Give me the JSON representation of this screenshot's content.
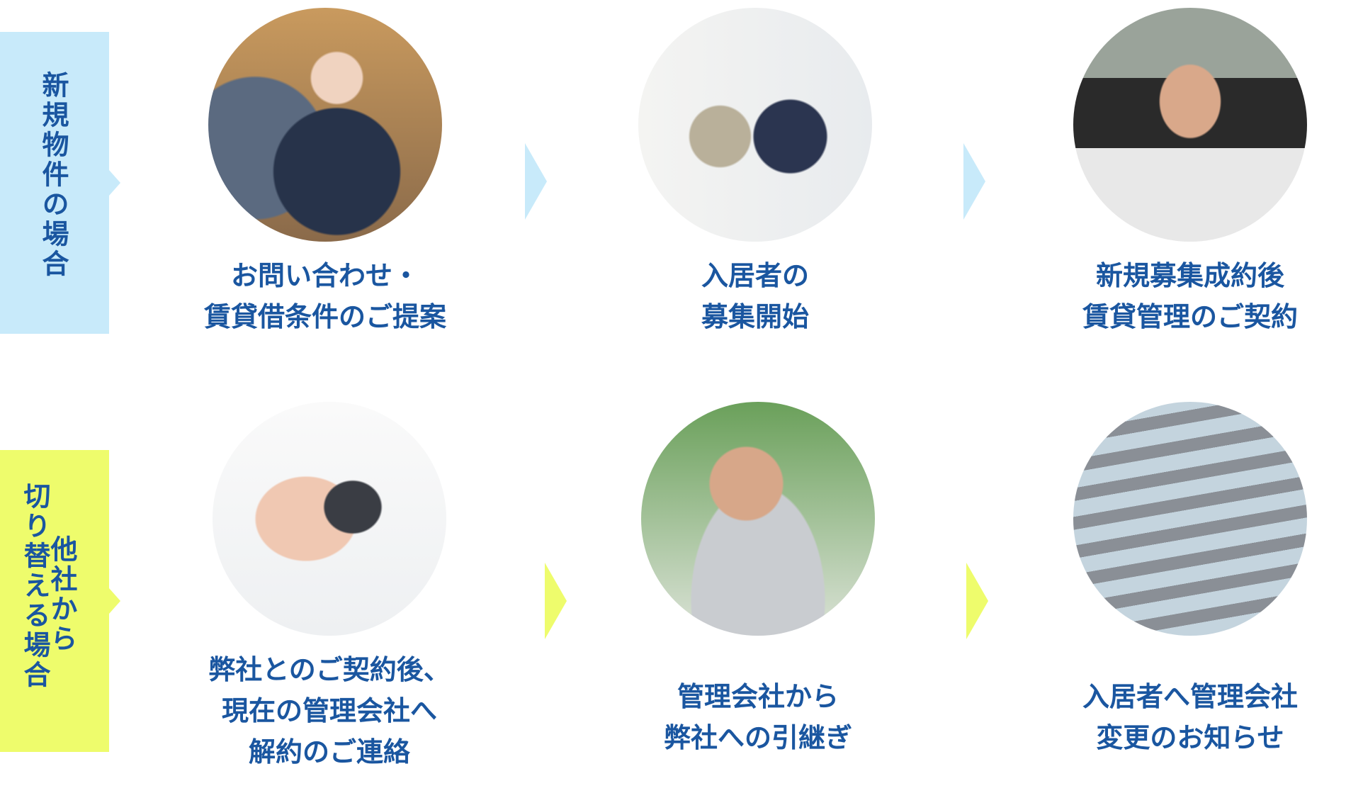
{
  "rows": [
    {
      "label": "新規物件の場合",
      "color": "#c8eafa",
      "steps": [
        {
          "lines": [
            "お問い合わせ・",
            "賃貸借条件のご提案"
          ],
          "image": "consultation-photo"
        },
        {
          "lines": [
            "入居者の",
            "募集開始"
          ],
          "image": "property-viewing-photo"
        },
        {
          "lines": [
            "新規募集成約後",
            "賃貸管理のご契約"
          ],
          "image": "handshake-contract-photo"
        }
      ]
    },
    {
      "label_lines": [
        "他社から",
        "切り替える場合"
      ],
      "color": "#eefc6c",
      "steps": [
        {
          "lines": [
            "弊社とのご契約後、",
            "現在の管理会社へ",
            "解約のご連絡"
          ],
          "image": "smartphone-photo"
        },
        {
          "lines": [
            "管理会社から",
            "弊社への引継ぎ"
          ],
          "image": "call-center-photo"
        },
        {
          "lines": [
            "入居者へ管理会社",
            "変更のお知らせ"
          ],
          "image": "apartment-building-photo"
        }
      ]
    }
  ],
  "text_color": "#1a56a0"
}
